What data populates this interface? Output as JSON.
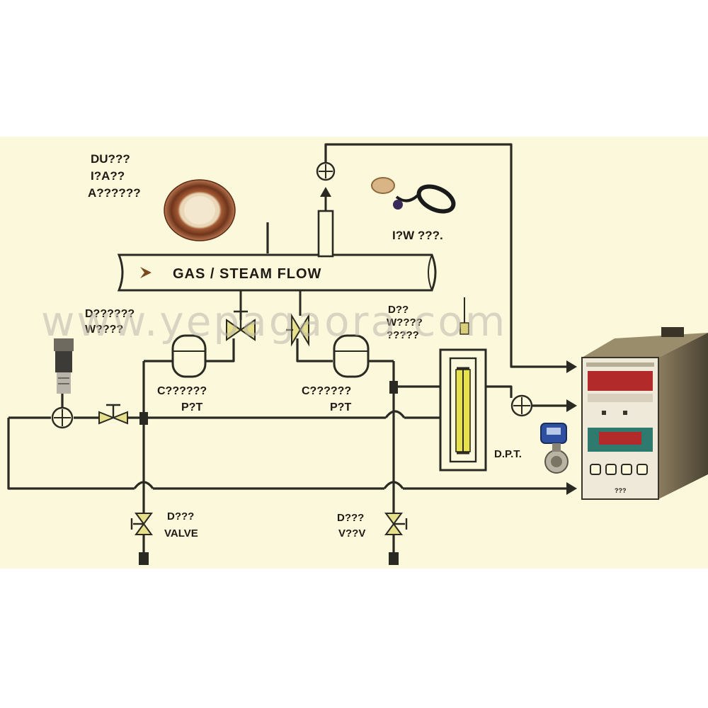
{
  "colors": {
    "background": "#fbf8dc",
    "page": "#ffffff",
    "pipe": "#2b2a22",
    "valve": "#e6e08a",
    "copper": "#8a4a2c",
    "display_red": "#b22a2a",
    "display_teal": "#2f7a6e",
    "gauge_glass": "#e7e24a"
  },
  "labels": {
    "orifice_plate": [
      "DU???",
      "I?A??",
      "A??????"
    ],
    "flow_header": "GAS / STEAM FLOW",
    "impulse_pipe": "I?W ???.",
    "isolation_valve_left": [
      "D??????",
      "W????"
    ],
    "isolation_valve_right": [
      "D??",
      "W????",
      "?????"
    ],
    "condensate_pot_left": [
      "C??????",
      "P?T"
    ],
    "condensate_pot_right": [
      "C??????",
      "P?T"
    ],
    "transmitter": "D.P.T.",
    "drain_valve_left": [
      "D???",
      "VALVE"
    ],
    "drain_valve_right": [
      "D???",
      "V??V"
    ],
    "indicator_brand": "???"
  },
  "watermark": "www.yepagaora.com",
  "icons": {
    "orifice": "copper-ring-icon",
    "impulse": "coiled-cable-icon",
    "transmitter": "dp-transmitter-icon",
    "indicator": "flow-indicator-icon"
  }
}
